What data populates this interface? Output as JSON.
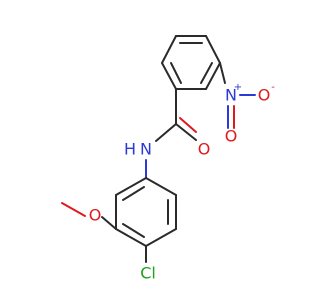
{
  "atoms": {
    "nitro_n": "N",
    "nitro_n_charge": "+",
    "nitro_o_single": "O",
    "nitro_o_single_charge": "-",
    "nitro_o_double": "O",
    "amide_n": "N",
    "amide_h": "H",
    "amide_o": "O",
    "methoxy_o": "O",
    "chlorine": "Cl"
  },
  "colors": {
    "carbon_bond": "#2b2b2b",
    "oxygen": "#e0191e",
    "nitrogen": "#2b3ad6",
    "chlorine": "#1f9e1f"
  }
}
